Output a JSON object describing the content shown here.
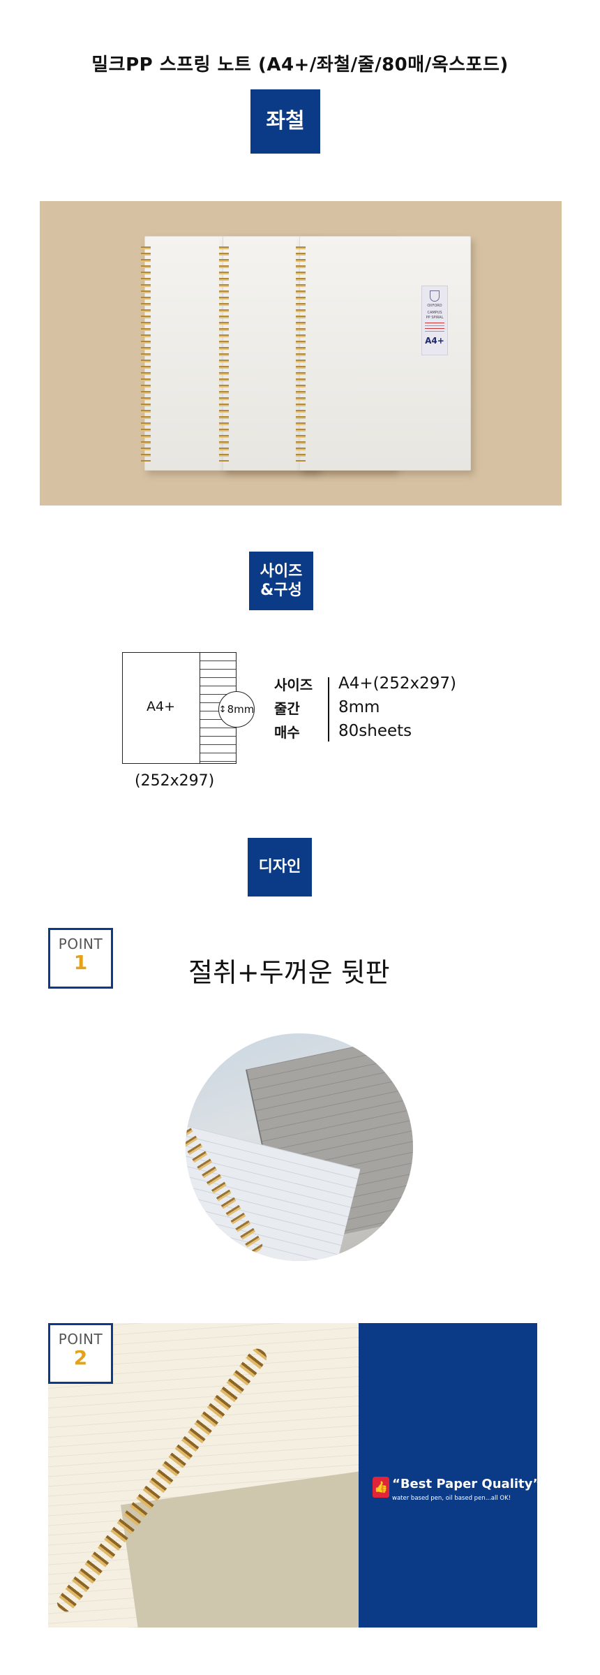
{
  "title": "밀크PP 스프링 노트 (A4+/좌철/줄/80매/옥스포드)",
  "badges": {
    "binding": "좌철",
    "size_line1": "사이즈",
    "size_line2": "&구성",
    "design": "디자인"
  },
  "product_label": {
    "brand": "OXFORD",
    "line1": "CAMPUS",
    "line2": "PP SPIRAL",
    "size": "A4+"
  },
  "size_diagram": {
    "sheet_label": "A4+",
    "ruling_callout": "8mm",
    "dimensions": "(252x297)",
    "specs": [
      {
        "label": "사이즈",
        "value": "A4+(252x297)"
      },
      {
        "label": "줄간",
        "value": "8mm"
      },
      {
        "label": "매수",
        "value": "80sheets"
      }
    ]
  },
  "point1": {
    "word": "POINT",
    "number": "1",
    "heading": "절취+두꺼운 뒷판"
  },
  "point2": {
    "word": "POINT",
    "number": "2",
    "quality_title": "“Best Paper Quality”",
    "quality_sub": "water based pen, oil based pen...all OK!"
  },
  "colors": {
    "brand_blue": "#0b3a87",
    "point_number": "#e4a21b",
    "backdrop_tan": "#d7c1a3"
  }
}
